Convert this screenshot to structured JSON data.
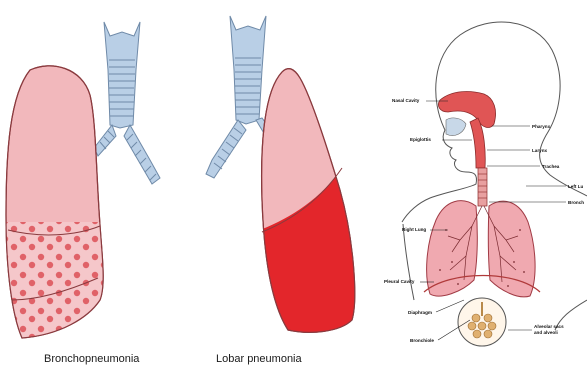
{
  "panels": {
    "bronchopneumonia": {
      "caption": "Bronchopneumonia"
    },
    "lobar": {
      "caption": "Lobar pneumonia"
    },
    "respiratory": {
      "labels": {
        "nasal_cavity": "Nasal Cavity",
        "pharynx": "Pharynx",
        "epiglottis": "Epiglottis",
        "larynx": "Larynx",
        "trachea": "Trachea",
        "left_lung": "Left Lu",
        "bronchi": "Bronch",
        "right_lung": "Right Lung",
        "pleural_cavity": "Pleural Cavity",
        "diaphragm": "Diaphragm",
        "bronchiole": "Bronchiole",
        "alveolar_sacs": "Alveolar sacs",
        "alveolar_sacs_2": "and alveoli"
      }
    }
  },
  "colors": {
    "lung_pink": "#f2b8bc",
    "lung_outline": "#8a3a3e",
    "consolidation": "#e3262b",
    "airway_blue": "#b9cfe6",
    "diseased_spots": "#e06268",
    "diseased_base": "#f5c7ca"
  }
}
